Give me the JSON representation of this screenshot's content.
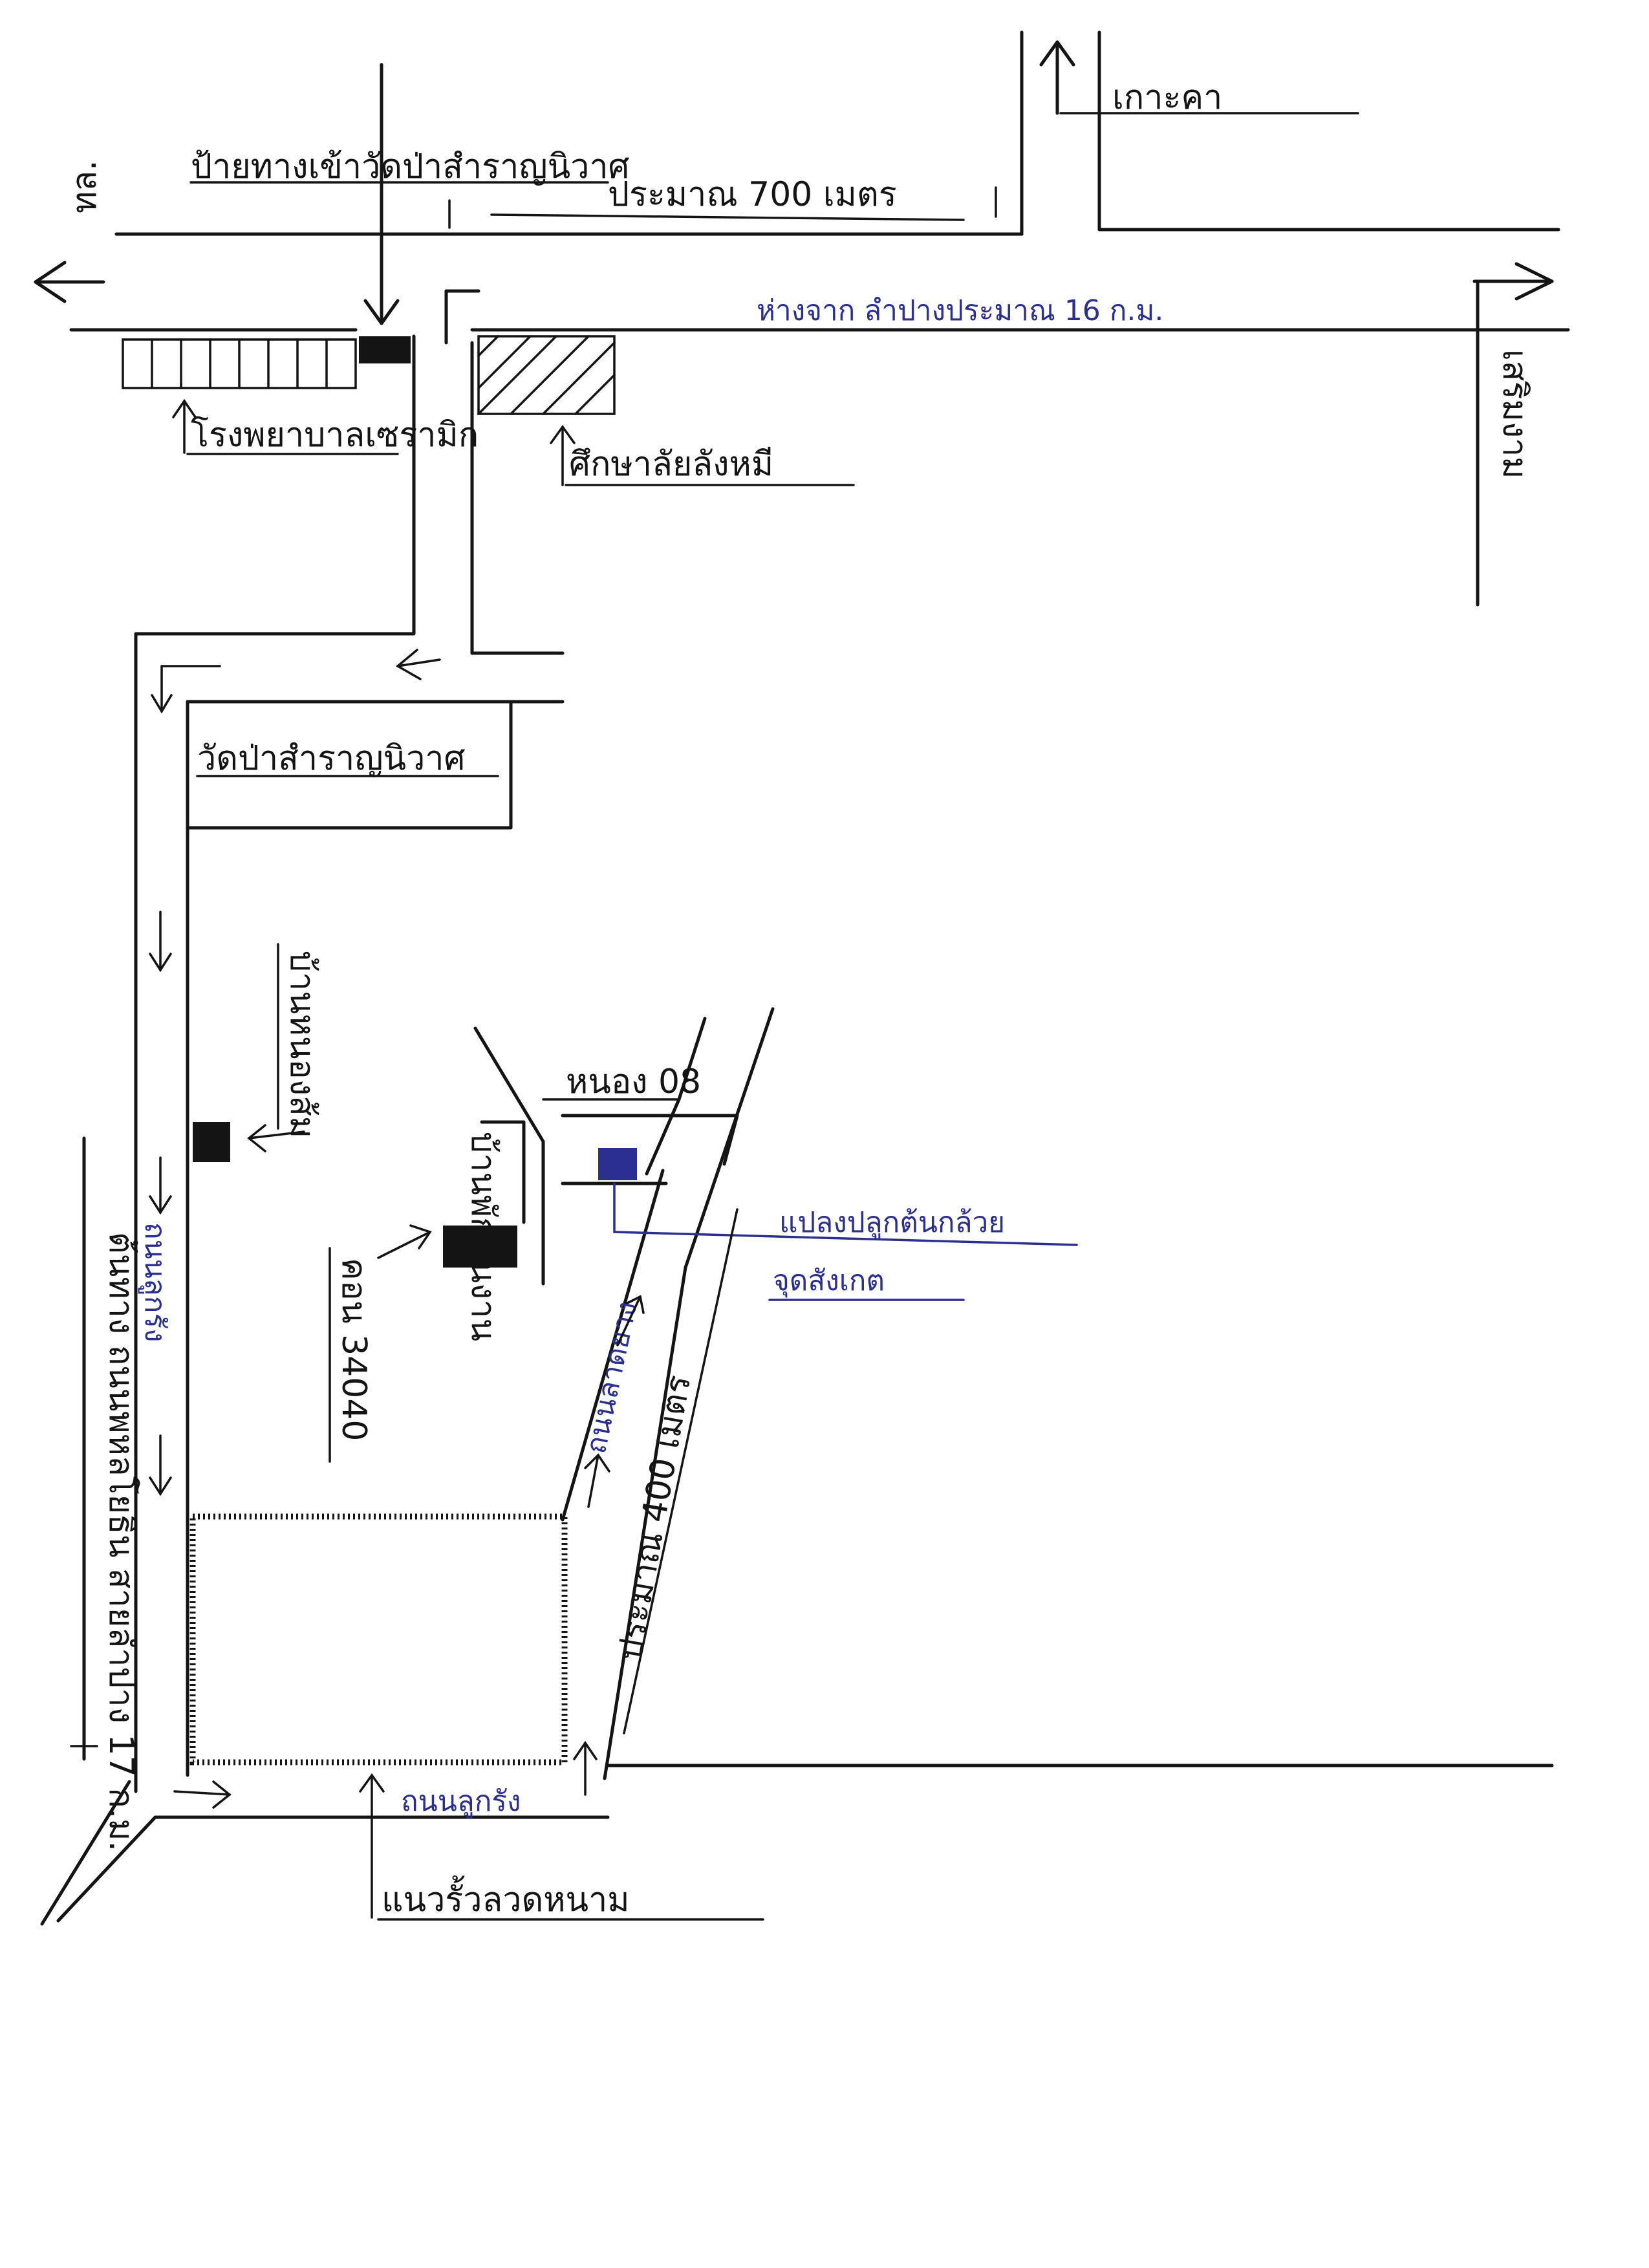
{
  "labels": {
    "top_left_road": "ทล.",
    "sign_wat": "ป้ายทางเข้าวัดป่าสำราญนิวาศ",
    "distance_700": "ประมาณ 700 เมตร",
    "ko_kha": "เกาะคา",
    "distance_lampang": "ห่างจาก ลำปางประมาณ 16 ก.ม.",
    "serm_ngam": "เสริมงาม",
    "pharmacy": "โรงพยาบาลเซรามิก",
    "college": "ศึกษาลัยลังหมี",
    "wat_pa": "วัดป่าสำราญนิวาศ",
    "nong_som": "บ้านหนองส้ม",
    "coordinate": "คอน 34040",
    "meter_08": "หนอง 08",
    "house_label": "บ้านพักคนงาน",
    "plot_label": "แปลงปลูกต้นกล้วย",
    "plot_sub": "จุดสังเกต",
    "road_side": "ถนนลาดยาง",
    "distance_400": "ประมาณ 400 เมตร",
    "corner_road": "ถนนลูกรัง",
    "bottom_fence": "แนวรั้วลวดหนาม",
    "left_vertical": "ต้นทาง ถนนพหลโยธิน สายลำปาง 17 ก.ม.",
    "road_dirt": "ถนนลูกรัง"
  }
}
